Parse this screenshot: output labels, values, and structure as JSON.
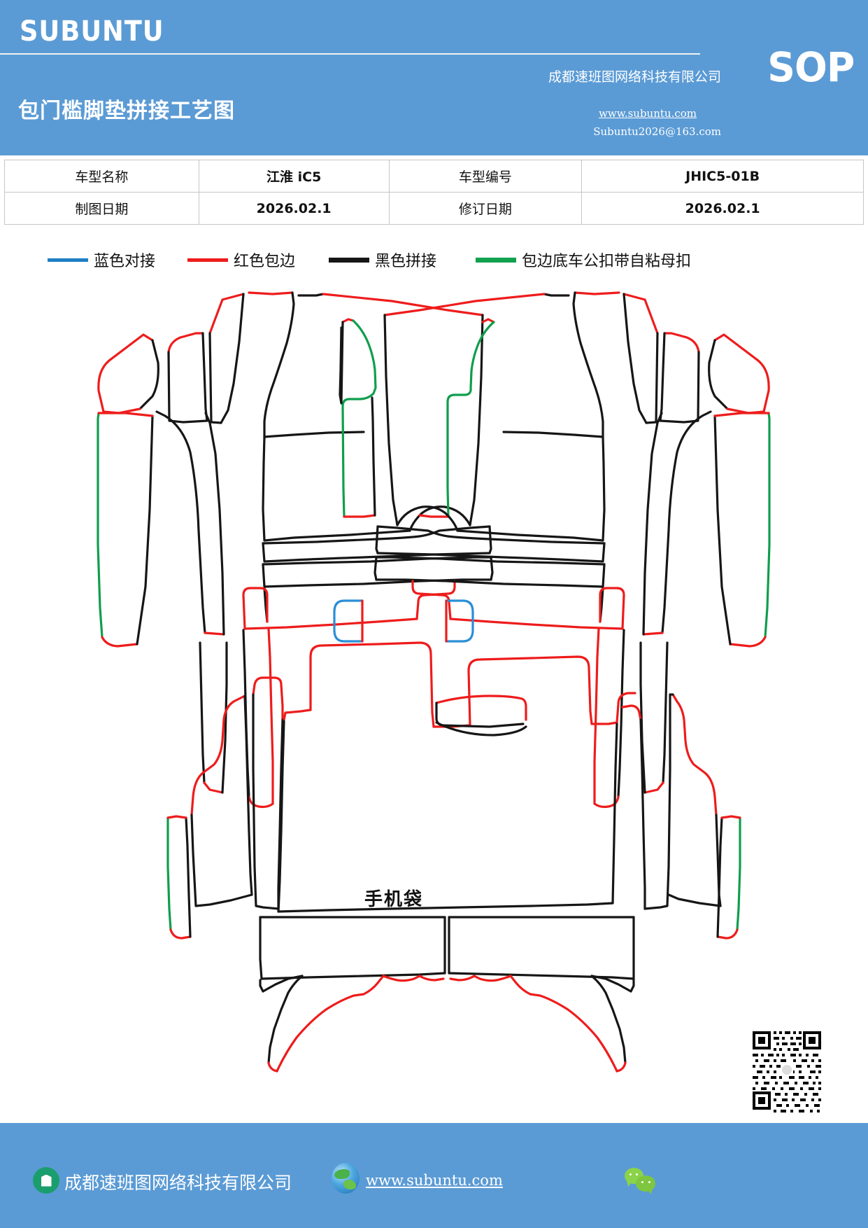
{
  "header": {
    "brand": "SUBUNTU",
    "doc_title": "包门槛脚垫拼接工艺图",
    "sop_badge": "SOP",
    "company": "成都速班图网络科技有限公司",
    "website": "www.subuntu.com",
    "email": "Subuntu2026@163.com",
    "bg_color": "#5b9bd5"
  },
  "info_table": {
    "rows": [
      {
        "label1": "车型名称",
        "value1": "江淮 iC5",
        "label2": "车型编号",
        "value2": "JHIC5-01B"
      },
      {
        "label1": "制图日期",
        "value1": "2026.02.1",
        "label2": "修订日期",
        "value2": "2026.02.1"
      }
    ]
  },
  "legend": {
    "items": [
      {
        "color": "#1f7fc4",
        "label": "蓝色对接",
        "icon": "line-swatch-blue-icon"
      },
      {
        "color": "#ee1c1c",
        "label": "红色包边",
        "icon": "line-swatch-red-icon"
      },
      {
        "color": "#161616",
        "label": "黑色拼接",
        "icon": "line-swatch-black-icon"
      },
      {
        "color": "#12a150",
        "label": "包边底车公扣带自粘母扣",
        "icon": "line-swatch-green-icon"
      }
    ]
  },
  "drawing": {
    "pocket_label": "手机袋",
    "stroke_colors": {
      "black": "#161616",
      "red": "#ee1c1c",
      "green": "#0f9e4c",
      "blue": "#2a8ed6"
    }
  },
  "footer": {
    "company_name": "成都速班图网络科技有限公司",
    "website": "www.subuntu.com",
    "company_icon": "building-icon",
    "globe_icon": "globe-icon",
    "wechat_icon": "wechat-icon",
    "qr_icon": "qr-code-icon",
    "bg_color": "#5b9bd5"
  }
}
